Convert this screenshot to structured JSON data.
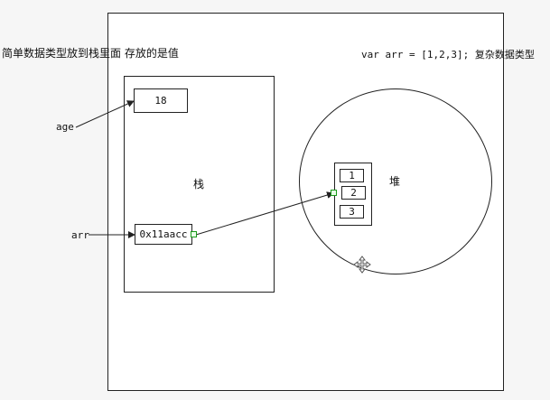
{
  "labels": {
    "simple_note": "简单数据类型放到栈里面 存放的是值",
    "code_note": "var arr = [1,2,3]; 复杂数据类型",
    "stack": "栈",
    "heap": "堆",
    "age": "age",
    "arr": "arr"
  },
  "stack_values": {
    "age_value": "18",
    "arr_address": "0x11aacc"
  },
  "heap_cells": [
    "1",
    "2",
    "3"
  ],
  "colors": {
    "line": "#222222",
    "selection_handle": "#1a9a1a"
  },
  "icons": [
    "move-cursor-icon"
  ]
}
